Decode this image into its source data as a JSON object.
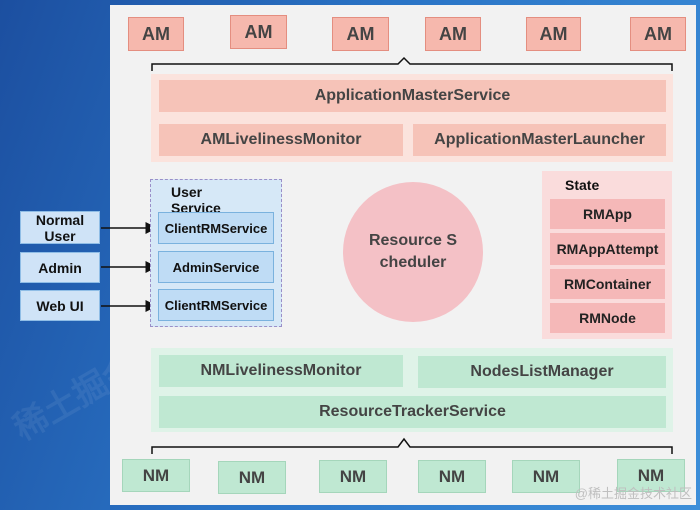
{
  "am_nodes": [
    "AM",
    "AM",
    "AM",
    "AM",
    "AM",
    "AM"
  ],
  "application_master_service": "ApplicationMasterService",
  "am_liveliness_monitor": "AMLivelinessMonitor",
  "application_master_launcher": "ApplicationMasterLauncher",
  "user_service": {
    "title": "User Service",
    "items": [
      "ClientRMService",
      "AdminService",
      "ClientRMService"
    ]
  },
  "clients": [
    "Normal User",
    "Admin",
    "Web UI"
  ],
  "resource_scheduler": "Resource Scheduler",
  "state_machine": {
    "title": "State Machine",
    "items": [
      "RMApp",
      "RMAppAttempt",
      "RMContainer",
      "RMNode"
    ]
  },
  "nm_liveliness_monitor": "NMLivelinessMonitor",
  "nodes_list_manager": "NodesListManager",
  "resource_tracker_service": "ResourceTrackerService",
  "nm_nodes": [
    "NM",
    "NM",
    "NM",
    "NM",
    "NM",
    "NM"
  ],
  "watermark": "@稀土掘金技术社区",
  "colors": {
    "am_fill": "#f6b8ad",
    "nm_fill": "#bfe8d2",
    "scheduler_fill": "#f4c1c6",
    "user_service_fill": "#d6e8f7",
    "background": "#1e56a6"
  }
}
